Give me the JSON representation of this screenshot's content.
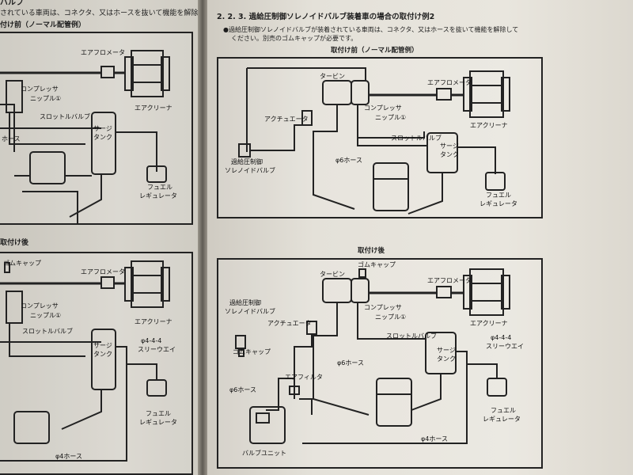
{
  "left_page": {
    "header_line1": "バルブ",
    "header_line2": "されている車両は、コネクタ、又はホースを抜いて機能を解除して",
    "before_title": "付け前（ノーマル配管例）",
    "after_title": "取付け後",
    "diagram_before": {
      "air_flow_meter": "エアフロメータ",
      "compressor": "コンプレッサ",
      "nipple": "ニップル①",
      "air_cleaner": "エアクリーナ",
      "throttle_valve": "スロットルバルブ",
      "surge": "サージ",
      "tank": "タンク",
      "hose": "ホース",
      "fuel": "フュエル",
      "regulator": "レギュレータ"
    },
    "diagram_after": {
      "rubber_cap": "ゴムキャップ",
      "air_flow_meter": "エアフロメータ",
      "compressor": "コンプレッサ",
      "nipple": "ニップル①",
      "air_cleaner": "エアクリーナ",
      "throttle_valve": "スロットルバルブ",
      "phi_444": "φ4-4-4",
      "three_way": "スリーウエイ",
      "surge": "サージ",
      "tank": "タンク",
      "fuel": "フュエル",
      "regulator": "レギュレータ",
      "phi4_hose": "φ4ホース"
    }
  },
  "right_page": {
    "section_title": "2. 2. 3. 過給圧制御ソレノイドバルブ装着車の場合の取付け例2",
    "note_line1": "●過給圧制御ソレノイドバルブが装着されている車両は、コネクタ、又はホースを抜いて機能を解除して",
    "note_line2": "ください。別売のゴムキャップが必要です。",
    "before": {
      "title": "取付け前（ノーマル配管例）",
      "turbine": "タービン",
      "air_flow_meter": "エアフロメータ",
      "compressor": "コンプレッサ",
      "nipple": "ニップル①",
      "actuator": "アクチュエータ",
      "air_cleaner": "エアクリーナ",
      "throttle_valve": "スロットルバルブ",
      "surge": "サージ",
      "tank": "タンク",
      "solenoid_1": "過給圧制御",
      "solenoid_2": "ソレノイドバルブ",
      "phi6_hose": "φ6ホース",
      "fuel": "フュエル",
      "regulator": "レギュレータ"
    },
    "after": {
      "title": "取付け後",
      "turbine": "タービン",
      "rubber_cap": "ゴムキャップ",
      "air_flow_meter": "エアフロメータ",
      "solenoid_1": "過給圧制御",
      "solenoid_2": "ソレノイドバルブ",
      "compressor": "コンプレッサ",
      "nipple": "ニップル①",
      "actuator": "アクチュエータ",
      "air_cleaner": "エアクリーナ",
      "rubber_cap_2": "ゴムキャップ",
      "throttle_valve": "スロットルバルブ",
      "phi_444": "φ4-4-4",
      "three_way": "スリーウエイ",
      "surge": "サージ",
      "tank": "タンク",
      "phi6_hose_1": "φ6ホース",
      "air_filter": "エアフィルタ",
      "phi6_hose_2": "φ6ホース",
      "fuel": "フュエル",
      "regulator": "レギュレータ",
      "valve_unit": "バルブユニット",
      "phi4_hose": "φ4ホース"
    }
  }
}
